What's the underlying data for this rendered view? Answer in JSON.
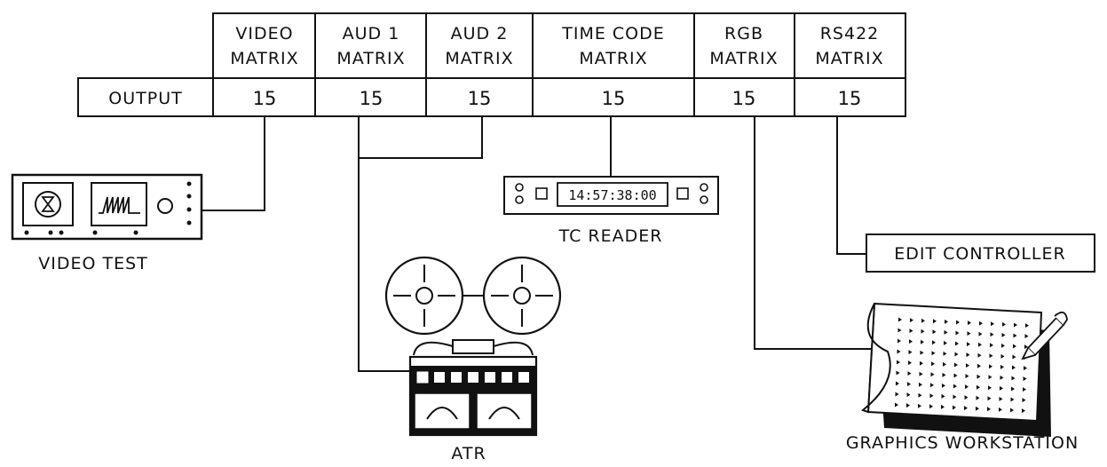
{
  "matrix_table": {
    "row_label": "OUTPUT",
    "columns": [
      {
        "line1": "VIDEO",
        "line2": "MATRIX",
        "value": "15"
      },
      {
        "line1": "AUD 1",
        "line2": "MATRIX",
        "value": "15"
      },
      {
        "line1": "AUD 2",
        "line2": "MATRIX",
        "value": "15"
      },
      {
        "line1": "TIME CODE",
        "line2": "MATRIX",
        "value": "15"
      },
      {
        "line1": "RGB",
        "line2": "MATRIX",
        "value": "15"
      },
      {
        "line1": "RS422",
        "line2": "MATRIX",
        "value": "15"
      }
    ]
  },
  "devices": {
    "video_test": {
      "label": "VIDEO TEST"
    },
    "tc_reader": {
      "label": "TC READER",
      "display": "14:57:38:00"
    },
    "atr": {
      "label": "ATR"
    },
    "edit_controller": {
      "label": "EDIT CONTROLLER"
    },
    "graphics_workstation": {
      "label": "GRAPHICS WORKSTATION"
    }
  }
}
